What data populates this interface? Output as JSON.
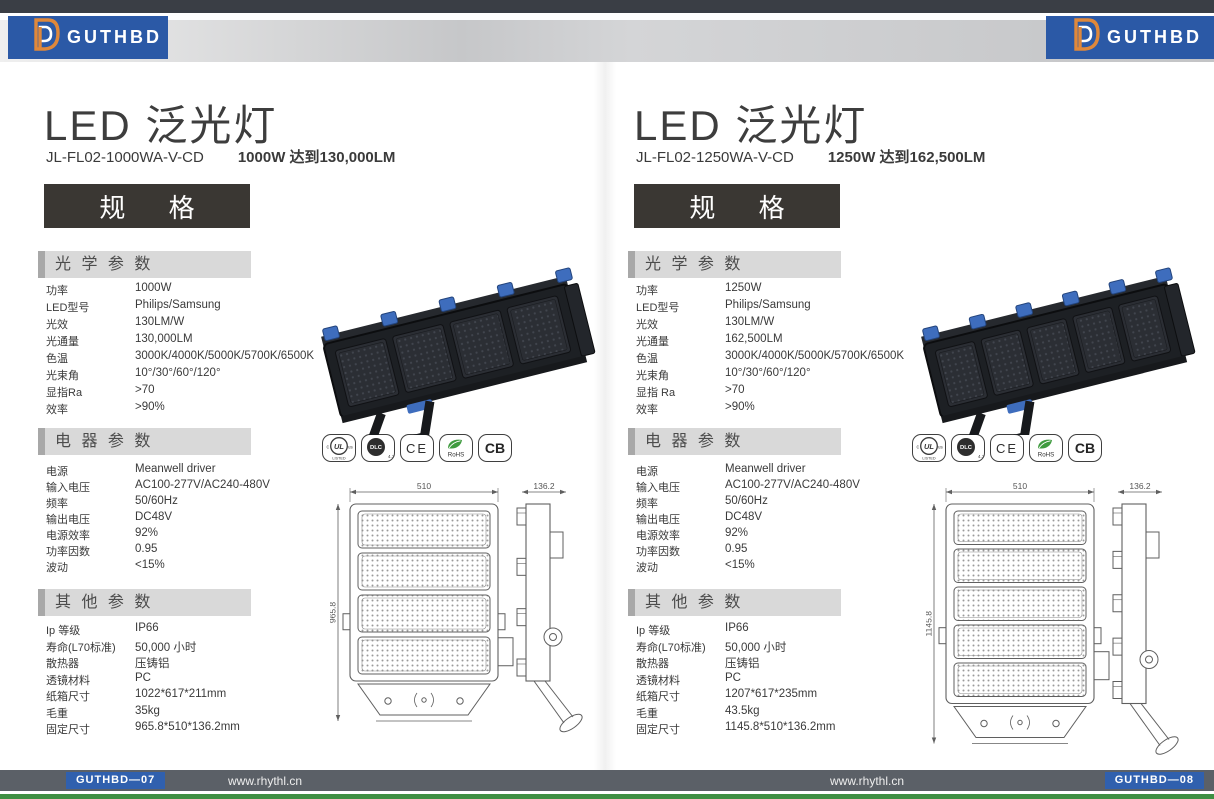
{
  "brand": {
    "name": "GUTHBD"
  },
  "colors": {
    "brand_blue": "#2b59a6",
    "brand_orange": "#e0883a",
    "top_edge_dark": "#3a3e45",
    "spec_box_dark": "#3a3733",
    "section_bar_gray": "#d9d9d9",
    "footer_bar_gray": "#5b6067",
    "footer_badge_blue": "#3060ae",
    "rohs_green": "#3f9b3f",
    "bottom_edge_green": "#3f8f43"
  },
  "panels": [
    {
      "title": "LED 泛光灯",
      "model": "JL-FL02-1000WA-V-CD",
      "highlight": "1000W 达到130,000LM",
      "spec_label": "规 格",
      "sections": [
        {
          "title": "光 学 参 数",
          "rows": [
            {
              "label": "功率",
              "value": "1000W"
            },
            {
              "label": "LED型号",
              "value": "Philips/Samsung"
            },
            {
              "label": "光效",
              "value": "130LM/W"
            },
            {
              "label": "光通量",
              "value": "130,000LM"
            },
            {
              "label": "色温",
              "value": "3000K/4000K/5000K/5700K/6500K"
            },
            {
              "label": "光束角",
              "value": "10°/30°/60°/120°"
            },
            {
              "label": "显指Ra",
              "value": ">70"
            },
            {
              "label": "效率",
              "value": ">90%"
            }
          ]
        },
        {
          "title": "电 器 参 数",
          "rows": [
            {
              "label": "电源",
              "value": "Meanwell driver"
            },
            {
              "label": "输入电压",
              "value": "AC100-277V/AC240-480V"
            },
            {
              "label": "频率",
              "value": "50/60Hz"
            },
            {
              "label": "输出电压",
              "value": "DC48V"
            },
            {
              "label": "电源效率",
              "value": "92%"
            },
            {
              "label": "功率因数",
              "value": "0.95"
            },
            {
              "label": "波动",
              "value": "<15%"
            }
          ]
        },
        {
          "title": "其 他 参 数",
          "rows": [
            {
              "label": "Ip 等级",
              "value": "IP66"
            },
            {
              "label": "寿命(L70标准)",
              "value": "50,000 小时"
            },
            {
              "label": "散热器",
              "value": "压铸铝"
            },
            {
              "label": "透镜材料",
              "value": "PC"
            },
            {
              "label": "纸箱尺寸",
              "value": "1022*617*211mm"
            },
            {
              "label": "毛重",
              "value": "35kg"
            },
            {
              "label": "固定尺寸",
              "value": "965.8*510*136.2mm"
            }
          ]
        }
      ],
      "certifications": [
        {
          "name": "cULus",
          "sub": "LISTED"
        },
        {
          "name": "DLC",
          "sub": "4.3"
        },
        {
          "name": "CE",
          "sub": ""
        },
        {
          "name": "RoHS",
          "sub": ""
        },
        {
          "name": "CB",
          "sub": ""
        }
      ],
      "drawing": {
        "modules": 4,
        "width_mm": "510",
        "height_mm": "965.8",
        "depth_mm": "136.2"
      }
    },
    {
      "title": "LED 泛光灯",
      "model": "JL-FL02-1250WA-V-CD",
      "highlight": "1250W 达到162,500LM",
      "spec_label": "规 格",
      "sections": [
        {
          "title": "光 学 参 数",
          "rows": [
            {
              "label": "功率",
              "value": "1250W"
            },
            {
              "label": "LED型号",
              "value": "Philips/Samsung"
            },
            {
              "label": "光效",
              "value": "130LM/W"
            },
            {
              "label": "光通量",
              "value": "162,500LM"
            },
            {
              "label": "色温",
              "value": "3000K/4000K/5000K/5700K/6500K"
            },
            {
              "label": "光束角",
              "value": "10°/30°/60°/120°"
            },
            {
              "label": "显指 Ra",
              "value": ">70"
            },
            {
              "label": "效率",
              "value": ">90%"
            }
          ]
        },
        {
          "title": "电 器 参 数",
          "rows": [
            {
              "label": "电源",
              "value": "Meanwell driver"
            },
            {
              "label": "输入电压",
              "value": "AC100-277V/AC240-480V"
            },
            {
              "label": "频率",
              "value": "50/60Hz"
            },
            {
              "label": "输出电压",
              "value": "DC48V"
            },
            {
              "label": "电源效率",
              "value": "92%"
            },
            {
              "label": "功率因数",
              "value": "0.95"
            },
            {
              "label": "波动",
              "value": "<15%"
            }
          ]
        },
        {
          "title": "其 他 参 数",
          "rows": [
            {
              "label": "Ip 等级",
              "value": "IP66"
            },
            {
              "label": "寿命(L70标准)",
              "value": "50,000 小时"
            },
            {
              "label": "散热器",
              "value": "压铸铝"
            },
            {
              "label": "透镜材料",
              "value": "PC"
            },
            {
              "label": "纸箱尺寸",
              "value": "1207*617*235mm"
            },
            {
              "label": "毛重",
              "value": "43.5kg"
            },
            {
              "label": "固定尺寸",
              "value": "1145.8*510*136.2mm"
            }
          ]
        }
      ],
      "certifications": [
        {
          "name": "cULus",
          "sub": "LISTED"
        },
        {
          "name": "DLC",
          "sub": "4.3"
        },
        {
          "name": "CE",
          "sub": ""
        },
        {
          "name": "RoHS",
          "sub": ""
        },
        {
          "name": "CB",
          "sub": ""
        }
      ],
      "drawing": {
        "modules": 5,
        "width_mm": "510",
        "height_mm": "1145.8",
        "depth_mm": "136.2"
      }
    }
  ],
  "footer": {
    "url": "www.rhythl.cn",
    "left_badge": "GUTHBD—07",
    "right_badge": "GUTHBD—08"
  }
}
